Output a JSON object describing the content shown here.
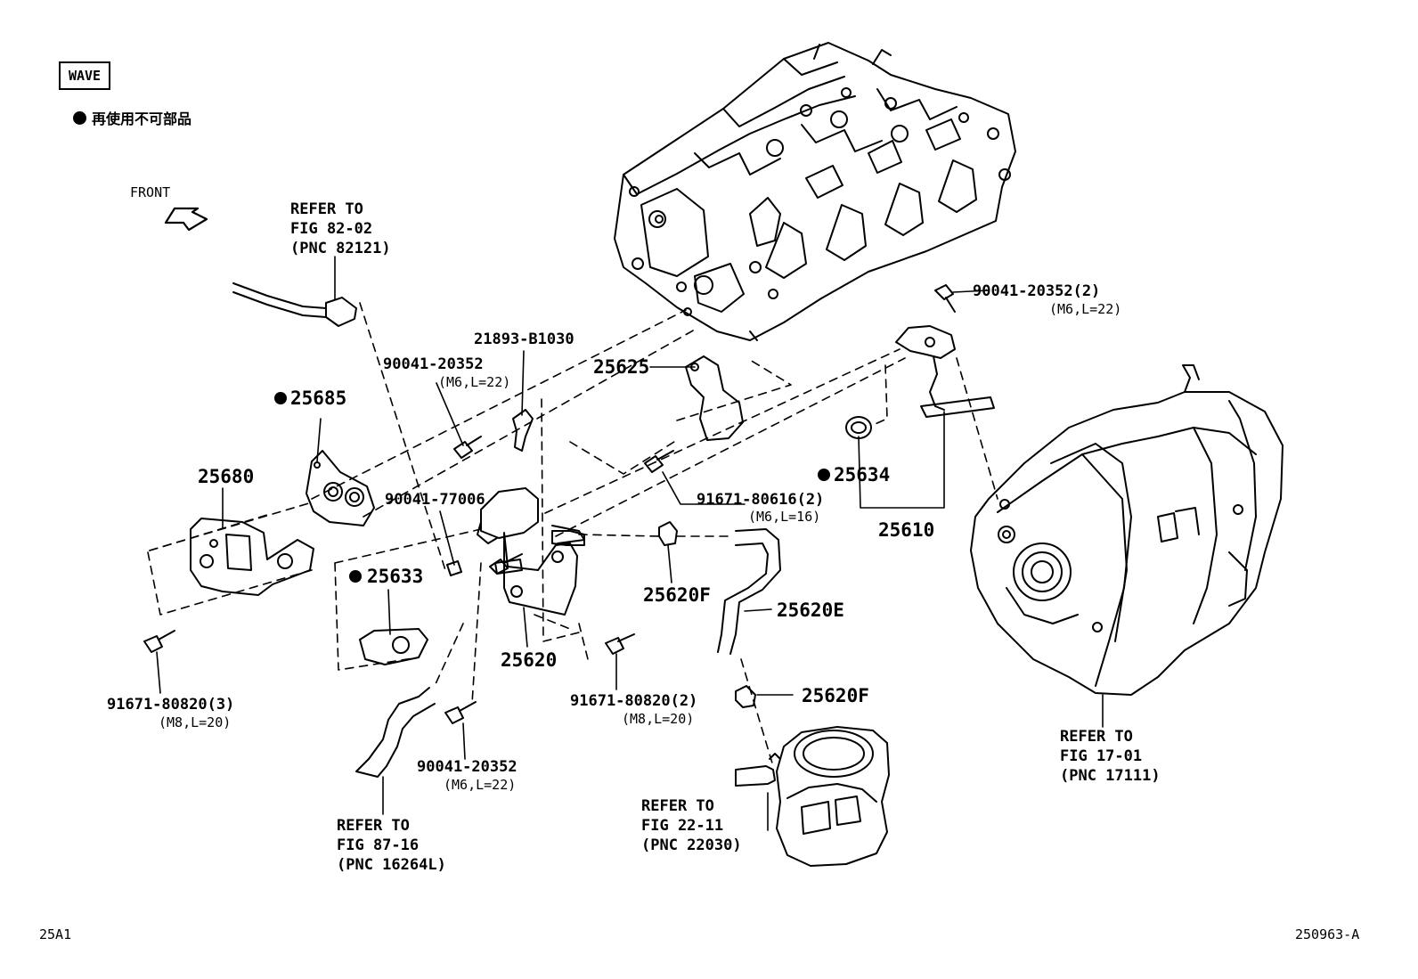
{
  "legend": {
    "box_label": "WAVE",
    "note": "再使用不可部品"
  },
  "front_label": "FRONT",
  "parts": {
    "p25685": "25685",
    "p25680": "25680",
    "p25633": "25633",
    "p25625": "25625",
    "p25620": "25620",
    "p25620F_a": "25620F",
    "p25620E": "25620E",
    "p25620F_b": "25620F",
    "p25634": "25634",
    "p25610": "25610",
    "p21893": "21893-B1030",
    "b90041_22352_a": "90041-20352",
    "b90041_22352_a_spec": "(M6,L=22)",
    "b90041_77006": "90041-77006",
    "b91671_80616": "91671-80616(2)",
    "b91671_80616_spec": "(M6,L=16)",
    "b90041_20352_2": "90041-20352(2)",
    "b90041_20352_2_spec": "(M6,L=22)",
    "b91671_80820_3": "91671-80820(3)",
    "b91671_80820_3_spec": "(M8,L=20)",
    "b91671_80820_2": "91671-80820(2)",
    "b91671_80820_2_spec": "(M8,L=20)",
    "b90041_20352_b": "90041-20352",
    "b90041_20352_b_spec": "(M6,L=22)"
  },
  "refers": {
    "r82": {
      "l1": "REFER TO",
      "l2": "FIG 82-02",
      "l3": "(PNC 82121)"
    },
    "r87": {
      "l1": "REFER TO",
      "l2": "FIG 87-16",
      "l3": "(PNC 16264L)"
    },
    "r22": {
      "l1": "REFER TO",
      "l2": "FIG 22-11",
      "l3": "(PNC 22030)"
    },
    "r17": {
      "l1": "REFER TO",
      "l2": "FIG 17-01",
      "l3": "(PNC 17111)"
    }
  },
  "footer": {
    "left_code": "25A1",
    "right_code": "250963-A"
  }
}
